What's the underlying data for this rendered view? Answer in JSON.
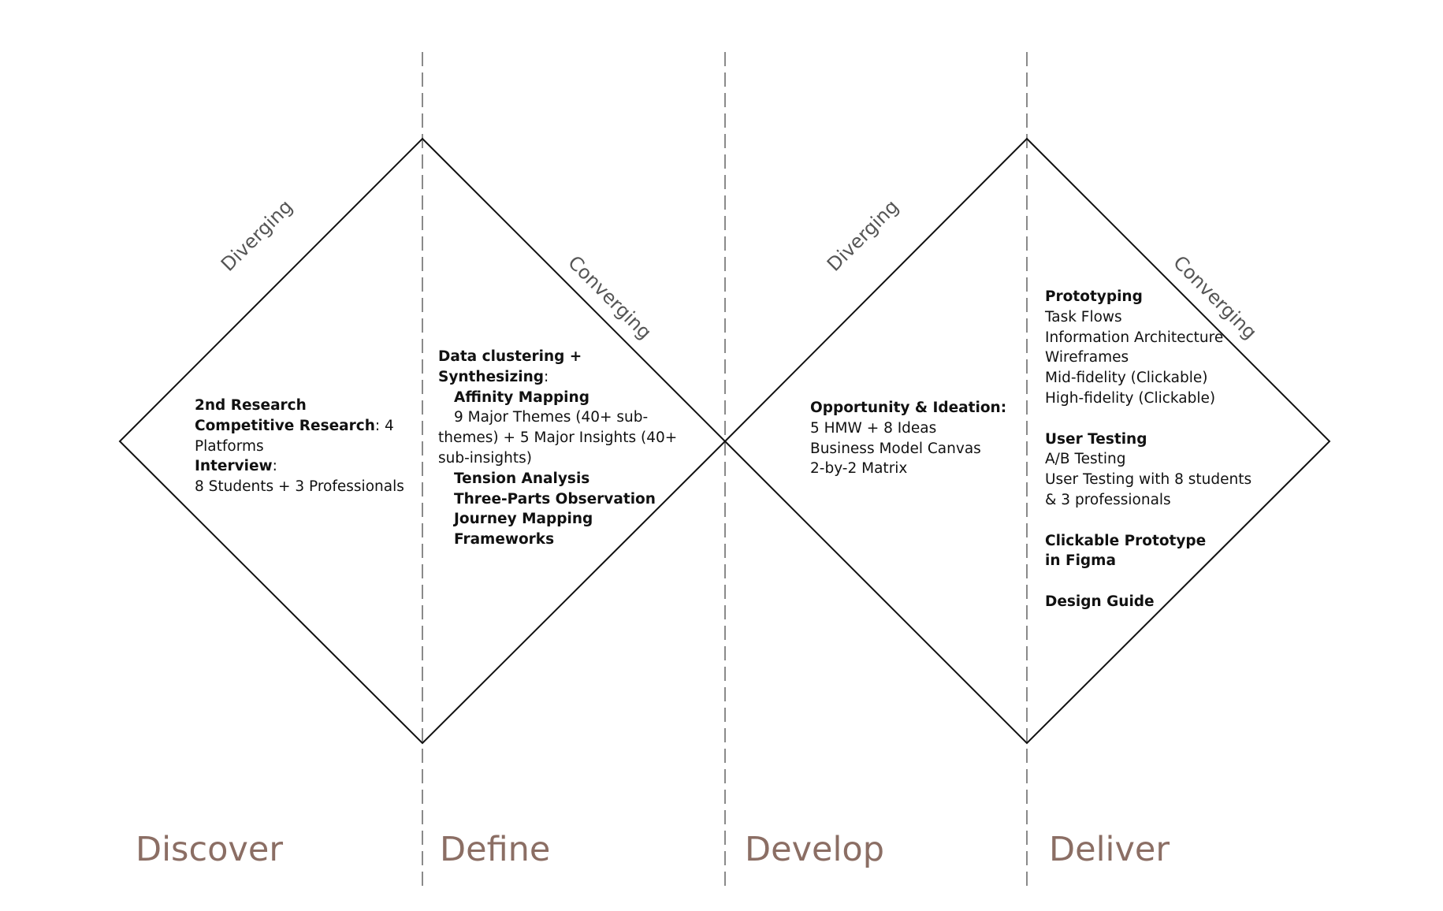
{
  "colors": {
    "phase_label": "#8b6e64",
    "diamond_stroke": "#111111",
    "divider": "#8a8a8a",
    "slope_label": "#555555"
  },
  "phases": [
    "Discover",
    "Define",
    "Develop",
    "Deliver"
  ],
  "slope_labels": {
    "diverging": "Diverging",
    "converging": "Converging"
  },
  "discover": {
    "l1": "2nd Research",
    "l2_bold": "Competitive Research",
    "l2_rest": ":  4",
    "l3": "Platforms",
    "l4_bold": "Interview",
    "l4_rest": ":",
    "l5": "8 Students + 3 Professionals"
  },
  "define": {
    "l1": "Data clustering +",
    "l2": "Synthesizing",
    "l2_rest": ":",
    "l3": "Affinity Mapping",
    "l4": "9 Major Themes (40+ sub-",
    "l5": "themes) + 5 Major Insights (40+",
    "l6": "sub-insights)",
    "l7": "Tension Analysis",
    "l8": "Three-Parts Observation",
    "l9": "Journey Mapping",
    "l10": "Frameworks"
  },
  "develop": {
    "l1": "Opportunity & Ideation:",
    "l2": "5 HMW + 8 Ideas",
    "l3": "Business Model Canvas",
    "l4": "2-by-2 Matrix"
  },
  "deliver": {
    "prototyping": "Prototyping",
    "p1": "Task Flows",
    "p2": "Information Architecture",
    "p3": "Wireframes",
    "p4": "Mid-fidelity (Clickable)",
    "p5": "High-fidelity (Clickable)",
    "user_testing": "User Testing",
    "u1": "A/B Testing",
    "u2": "User Testing with 8 students",
    "u3": "& 3 professionals",
    "clickable_1": "Clickable Prototype",
    "clickable_2": "in Figma",
    "design_guide": "Design Guide"
  }
}
